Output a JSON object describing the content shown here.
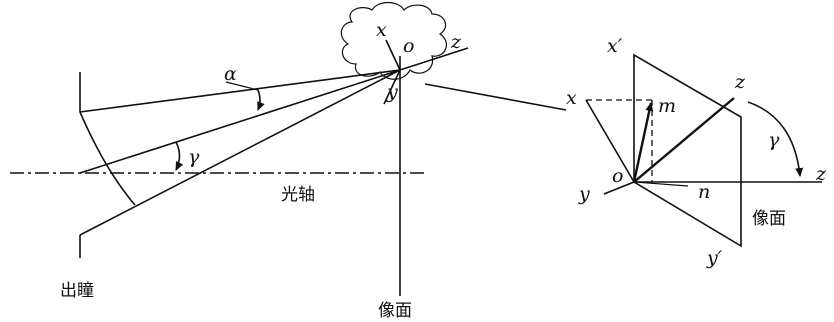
{
  "labels": {
    "alpha": "α",
    "gamma_left": "γ",
    "x_top": "x",
    "o_top": "o",
    "z_top": "z",
    "y_top": "y",
    "optical_axis": "光轴",
    "exit_pupil": "出瞳",
    "image_plane_left": "像面",
    "x_prime": "x′",
    "x_right": "x",
    "m": "m",
    "z_right_diag": "z",
    "gamma_right": "γ",
    "z_right": "z",
    "o_right": "o",
    "y_right": "y",
    "n": "n",
    "image_plane_right": "像面",
    "y_prime": "y′"
  }
}
